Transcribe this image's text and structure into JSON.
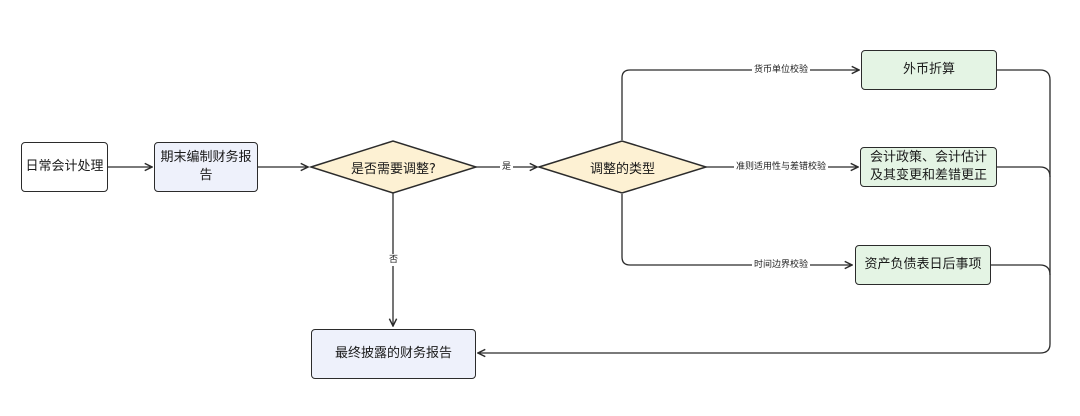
{
  "nodes": {
    "daily": "日常会计处理",
    "period_end": "期末编制财务报告",
    "need_adjust": "是否需要调整?",
    "adjust_type": "调整的类型",
    "foreign": "外币折算",
    "policy": "会计政策、会计估计及其变更和差错更正",
    "post_balance": "资产负债表日后事项",
    "final": "最终披露的财务报告"
  },
  "edges": {
    "yes": "是",
    "no": "否",
    "currency_check": "货币单位校验",
    "standard_check": "准则适用性与差错校验",
    "time_check": "时间边界校验"
  },
  "colors": {
    "line": "#2b2b2b",
    "white_box": "#ffffff",
    "blue_box": "#eef1fb",
    "green_box": "#e4f4e4",
    "diamond": "#fdf1d3"
  }
}
